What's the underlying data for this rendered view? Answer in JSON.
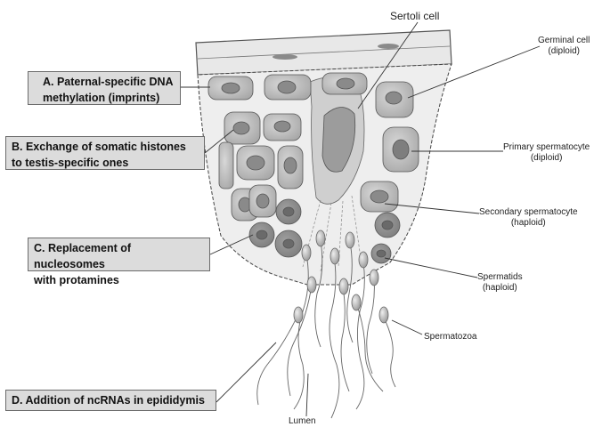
{
  "callouts": {
    "a": "A. Paternal-specific DNA methylation (imprints)",
    "b": "B. Exchange of somatic histones to testis-specific ones",
    "c": "C. Replacement of nucleosomes with protamines",
    "d": "D. Addition of ncRNAs in epididymis"
  },
  "callout_lines": {
    "a": [
      "A. Paternal-specific DNA",
      "methylation (imprints)"
    ],
    "b": [
      "B. Exchange of somatic histones",
      "to testis-specific ones"
    ],
    "c": [
      "C. Replacement of nucleosomes",
      "with protamines"
    ],
    "d": [
      "D. Addition of ncRNAs in epididymis"
    ]
  },
  "labels": {
    "sertoli": "Sertoli cell",
    "germinal": [
      "Germinal cell",
      "(diploid)"
    ],
    "primary": [
      "Primary spermatocyte",
      "(diploid)"
    ],
    "secondary": [
      "Secondary spermatocyte",
      "(haploid)"
    ],
    "spermatids": [
      "Spermatids",
      "(haploid)"
    ],
    "spermatozoa": "Spermatozoa",
    "lumen": "Lumen"
  },
  "colors": {
    "callout_bg": "#dcdcdc",
    "callout_border": "#6b6b6b",
    "cell_fill": "#bdbdbd",
    "cell_dark": "#8e8e8e",
    "nucleus": "#7a7a7a",
    "tissue": "#e6e6e6"
  }
}
